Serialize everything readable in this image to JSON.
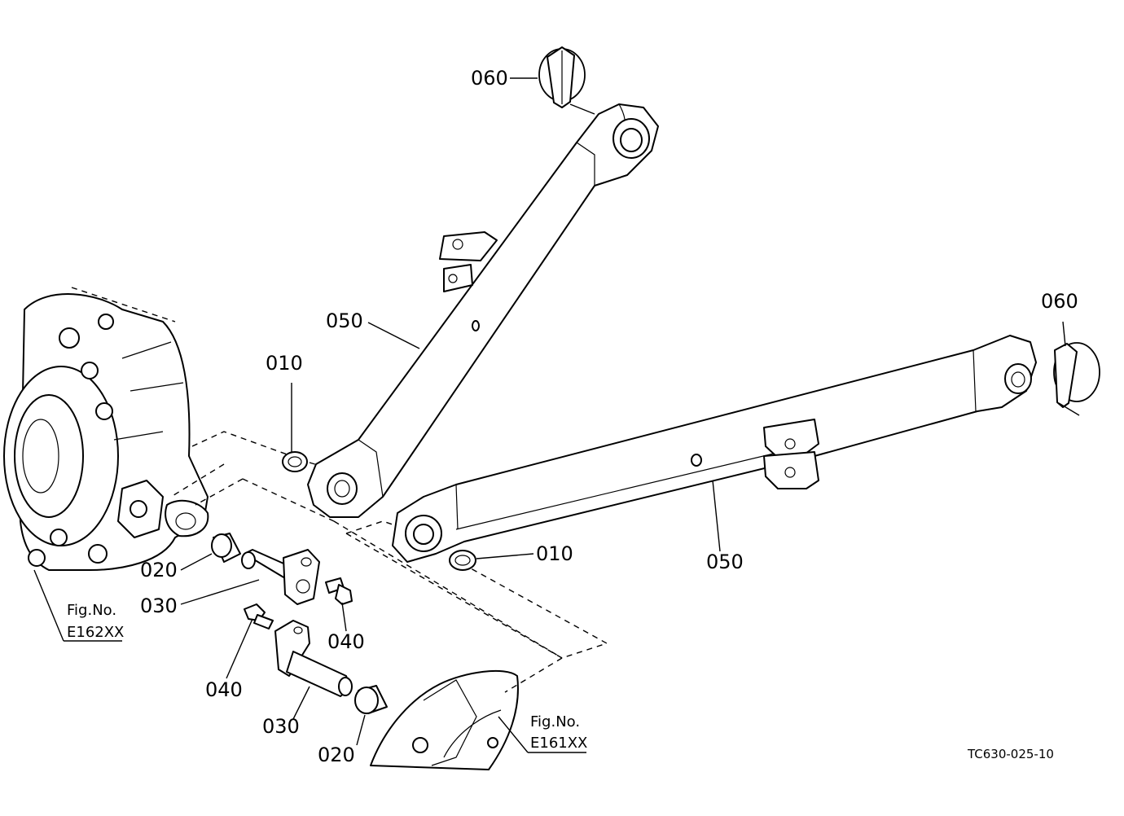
{
  "callouts": {
    "c060_top": "060",
    "c060_right": "060",
    "c050_left": "050",
    "c050_right": "050",
    "c010_left": "010",
    "c010_right": "010",
    "c020_upper": "020",
    "c020_lower": "020",
    "c030_upper": "030",
    "c030_lower": "030",
    "c040_upper": "040",
    "c040_lower": "040"
  },
  "fig_refs": {
    "left": {
      "line1": "Fig.No.",
      "line2": "E162XX"
    },
    "right": {
      "line1": "Fig.No.",
      "line2": "E161XX"
    }
  },
  "drawing_code": "TC630-025-10"
}
